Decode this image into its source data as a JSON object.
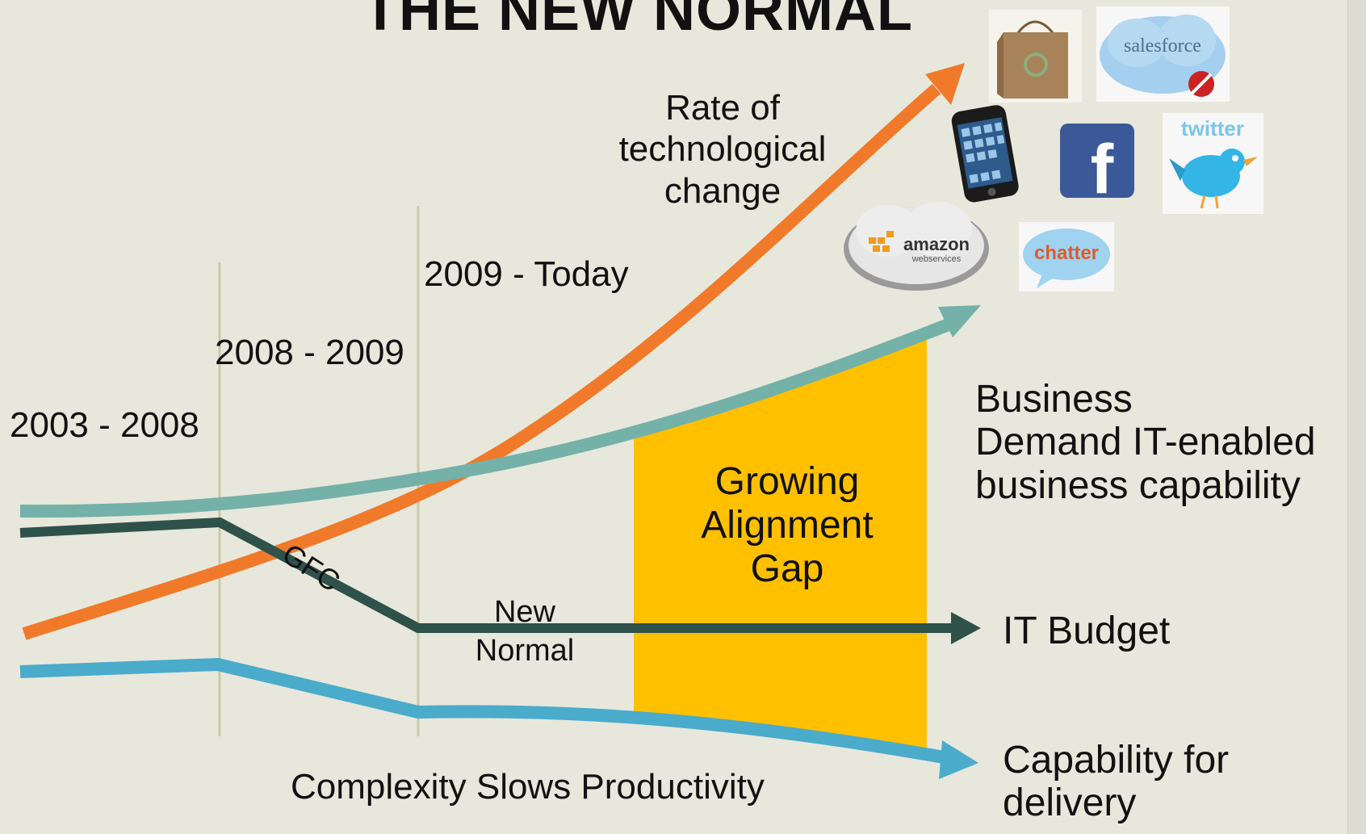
{
  "title": "THE NEW NORMAL",
  "periods": [
    "2003 - 2008",
    "2008 - 2009",
    "2009 - Today"
  ],
  "rate_label": "Rate of\ntechnological\nchange",
  "gap_label": "Growing\nAlignment\nGap",
  "gfc_label": "GFC",
  "new_normal_label": "New\nNormal",
  "complexity_label": "Complexity Slows Productivity",
  "right_labels": {
    "business": "Business\nDemand IT-enabled\nbusiness capability",
    "it_budget": "IT Budget",
    "capability": "Capability for\ndelivery"
  },
  "logos": {
    "salesforce": "salesforce",
    "twitter": "twitter",
    "amazon": "amazon",
    "amazon_sub": "webservices",
    "chatter": "chatter",
    "facebook": "f"
  },
  "colors": {
    "orange": "#f07a2a",
    "teal": "#74b1a8",
    "dark": "#2e524a",
    "blue": "#4aabcb",
    "gap": "#ffc000",
    "divider": "#c9c9a8"
  }
}
